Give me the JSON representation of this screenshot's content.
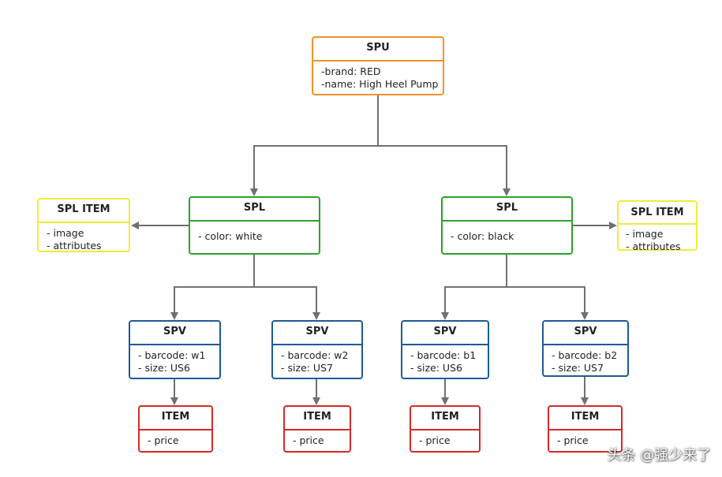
{
  "colors": {
    "spu": "#f0922a",
    "spl": "#2ea12e",
    "spl_item": "#f2eb3b",
    "spv": "#1f5a96",
    "item": "#d22a2a",
    "connector": "#707070"
  },
  "spu": {
    "title": "SPU",
    "lines": [
      "-brand: RED",
      "-name: High Heel Pump"
    ]
  },
  "spl_left": {
    "title": "SPL",
    "lines": [
      "- color: white"
    ]
  },
  "spl_right": {
    "title": "SPL",
    "lines": [
      "- color: black"
    ]
  },
  "spl_item_left": {
    "title": "SPL ITEM",
    "lines": [
      "- image",
      "- attributes"
    ]
  },
  "spl_item_right": {
    "title": "SPL ITEM",
    "lines": [
      "- image",
      "- attributes"
    ]
  },
  "spv": [
    {
      "title": "SPV",
      "lines": [
        "- barcode: w1",
        "- size: US6"
      ]
    },
    {
      "title": "SPV",
      "lines": [
        "- barcode: w2",
        "- size: US7"
      ]
    },
    {
      "title": "SPV",
      "lines": [
        "- barcode: b1",
        "- size: US6"
      ]
    },
    {
      "title": "SPV",
      "lines": [
        "- barcode: b2",
        "- size: US7"
      ]
    }
  ],
  "item": [
    {
      "title": "ITEM",
      "lines": [
        "- price"
      ]
    },
    {
      "title": "ITEM",
      "lines": [
        "- price"
      ]
    },
    {
      "title": "ITEM",
      "lines": [
        "- price"
      ]
    },
    {
      "title": "ITEM",
      "lines": [
        "- price"
      ]
    }
  ],
  "watermark": "头条 @强少来了"
}
